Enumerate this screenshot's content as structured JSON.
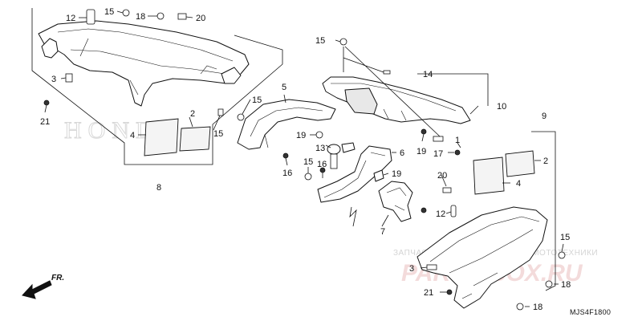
{
  "diagram_code": "MJS4F1800",
  "direction_label": "FR.",
  "watermark": {
    "store_tagline": "ЗАПЧАСТИ И АКСЕССУАРЫ ДЛЯ МОТОТЕХНИКИ",
    "store_site": "PARTS-BOX.RU",
    "honda_text": "HONDA"
  },
  "callouts": [
    "1",
    "2",
    "3",
    "4",
    "5",
    "6",
    "7",
    "8",
    "9",
    "10",
    "12",
    "13",
    "14",
    "15",
    "16",
    "17",
    "18",
    "19",
    "20",
    "21"
  ]
}
